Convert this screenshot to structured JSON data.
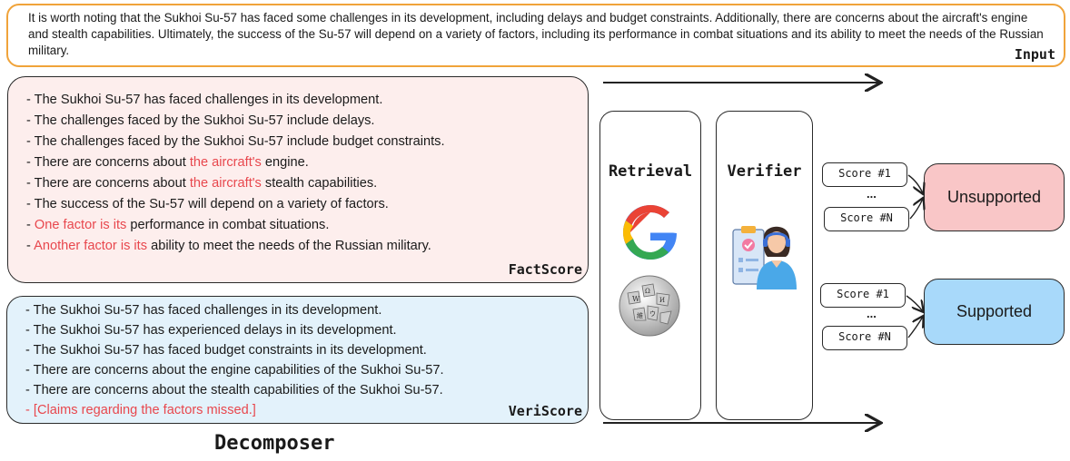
{
  "input": {
    "text": "It is worth noting that the Sukhoi Su-57 has faced some challenges in its development, including delays and budget constraints. Additionally, there are concerns about the aircraft's engine and stealth capabilities. Ultimately, the success of the Su-57 will depend on a variety of factors, including its performance in combat situations and its ability to meet the needs of the Russian military.",
    "label": "Input"
  },
  "factscore": {
    "label": "FactScore",
    "lines": [
      {
        "pre": "- The Sukhoi Su-57 has faced challenges in its development.",
        "red": "",
        "post": ""
      },
      {
        "pre": "- The challenges faced by the Sukhoi Su-57 include delays.",
        "red": "",
        "post": ""
      },
      {
        "pre": "- The challenges faced by the Sukhoi Su-57 include budget constraints.",
        "red": "",
        "post": ""
      },
      {
        "pre": "- There are concerns about ",
        "red": "the aircraft's",
        "post": " engine."
      },
      {
        "pre": "- There are concerns about ",
        "red": "the aircraft's",
        "post": " stealth capabilities."
      },
      {
        "pre": "- The success of the Su-57 will depend on a variety of factors.",
        "red": "",
        "post": ""
      },
      {
        "pre": "- ",
        "red": "One factor is its",
        "post": " performance in combat situations."
      },
      {
        "pre": "- ",
        "red": "Another factor is its",
        "post": " ability to meet the needs of the Russian military."
      }
    ]
  },
  "veriscore": {
    "label": "VeriScore",
    "lines": [
      {
        "pre": "- The Sukhoi Su-57 has faced challenges in its development.",
        "red": "",
        "post": ""
      },
      {
        "pre": "- The Sukhoi Su-57 has experienced delays in its development.",
        "red": "",
        "post": ""
      },
      {
        "pre": "- The Sukhoi Su-57 has faced budget constraints in its development.",
        "red": "",
        "post": ""
      },
      {
        "pre": "- There are concerns about the engine capabilities of the Sukhoi Su-57.",
        "red": "",
        "post": ""
      },
      {
        "pre": "- There are concerns about the stealth capabilities of the Sukhoi Su-57.",
        "red": "",
        "post": ""
      },
      {
        "pre": "",
        "red": "- [Claims regarding the factors missed.]",
        "post": ""
      }
    ]
  },
  "decomposer": {
    "label": "Decomposer"
  },
  "retrieval": {
    "label": "Retrieval",
    "icons": [
      "google-logo-icon",
      "wikipedia-globe-icon"
    ]
  },
  "verifier": {
    "label": "Verifier",
    "icons": [
      "verifier-person-icon",
      "checklist-clipboard-icon"
    ]
  },
  "scores": {
    "top": {
      "first": "Score #1",
      "dots": "...",
      "last": "Score #N"
    },
    "bottom": {
      "first": "Score #1",
      "dots": "...",
      "last": "Score #N"
    }
  },
  "outcomes": {
    "unsupported": "Unsupported",
    "supported": "Supported"
  },
  "colors": {
    "input_border": "#f0a33a",
    "factscore_bg": "#fdeeed",
    "veriscore_bg": "#e3f2fb",
    "highlight_red": "#e8474d",
    "unsupported_bg": "#f9c6c7",
    "supported_bg": "#a8d9fa"
  }
}
